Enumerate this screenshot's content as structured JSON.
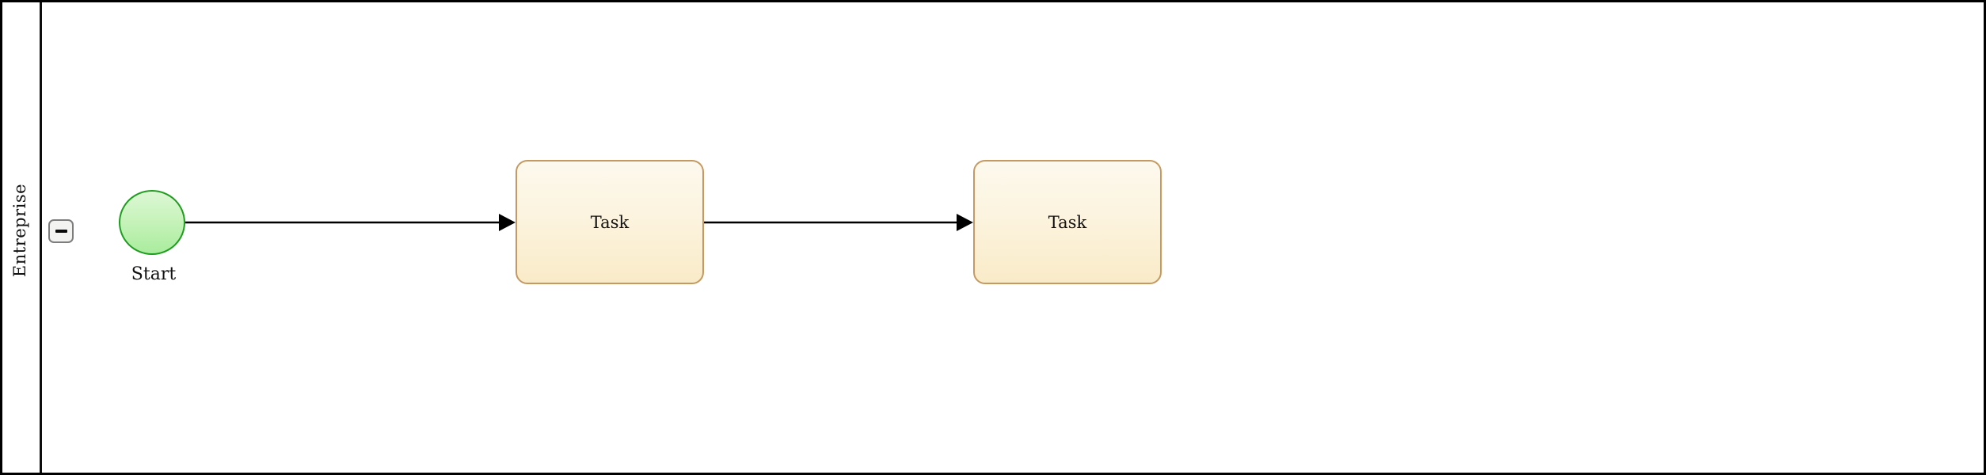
{
  "pool": {
    "label": "Entreprise",
    "collapse_button": {
      "icon": "minus-icon"
    }
  },
  "process": {
    "start_event": {
      "label": "Start"
    },
    "tasks": [
      {
        "label": "Task"
      },
      {
        "label": "Task"
      }
    ],
    "flows": [
      {
        "from": "start",
        "to": "task-1"
      },
      {
        "from": "task-1",
        "to": "task-2"
      }
    ]
  },
  "colors": {
    "start_fill_top": "#dcf7d4",
    "start_fill_bottom": "#a9ec9d",
    "start_stroke": "#1f9d1f",
    "task_fill_top": "#fdf9ee",
    "task_fill_bottom": "#f9ebc8",
    "task_stroke": "#c49a62",
    "flow_stroke": "#000000",
    "pool_stroke": "#000000",
    "collapse_border": "#7d7d7d"
  }
}
